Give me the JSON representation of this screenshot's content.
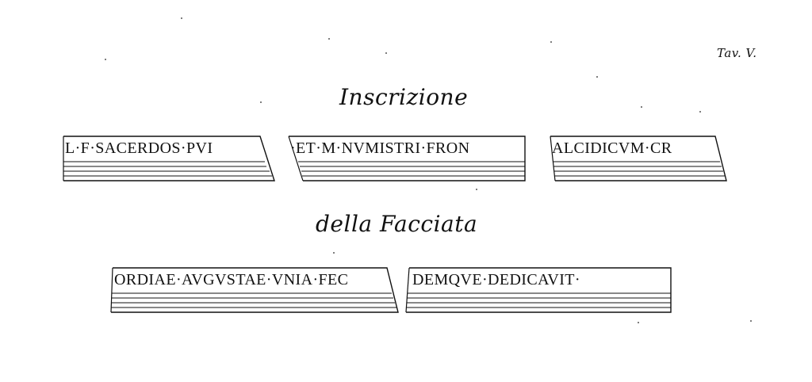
{
  "plate_label": "Tav. V.",
  "headings": {
    "top": "Inscrizione",
    "bottom": "della Facciata"
  },
  "inscription_rows": {
    "top": [
      "L·F·SACERDOS·PVI",
      "·ET·M·NVMISTRI·FRON",
      "ALCIDICVM·CR"
    ],
    "bottom": [
      "ORDIAE·AVGVSTAE·VNIA·FEC",
      "DEMQVE·DEDICAVIT·"
    ]
  }
}
